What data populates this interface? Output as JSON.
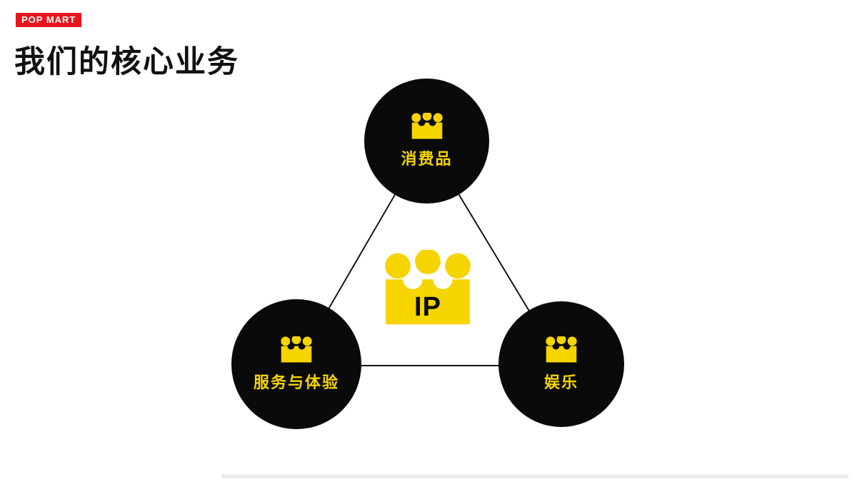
{
  "brand": {
    "logo_text": "POP MART",
    "logo_bg": "#E8151D",
    "logo_color": "#FFFFFF"
  },
  "title": "我们的核心业务",
  "colors": {
    "node_black": "#0A0A0A",
    "accent_yellow": "#F5D400",
    "line_black": "#161616",
    "background": "#FFFFFF"
  },
  "diagram": {
    "center": {
      "label": "IP",
      "icon": "crown-icon"
    },
    "nodes": [
      {
        "id": "consumer",
        "label": "消费品",
        "icon": "crown-icon"
      },
      {
        "id": "services",
        "label": "服务与体验",
        "icon": "crown-icon"
      },
      {
        "id": "entertainment",
        "label": "娱乐",
        "icon": "crown-icon"
      }
    ],
    "edges": [
      [
        "consumer",
        "services"
      ],
      [
        "consumer",
        "entertainment"
      ],
      [
        "services",
        "entertainment"
      ]
    ]
  }
}
